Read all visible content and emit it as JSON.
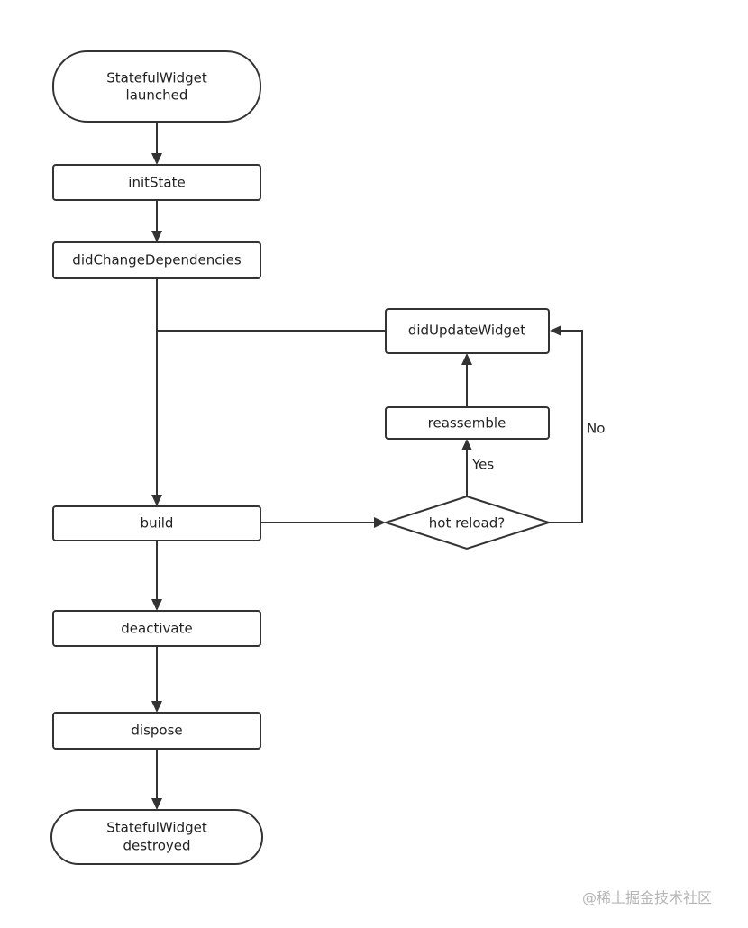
{
  "diagram": {
    "nodes": {
      "launched": {
        "line1": "StatefulWidget",
        "line2": "launched"
      },
      "init_state": {
        "label": "initState"
      },
      "did_change_dependencies": {
        "label": "didChangeDependencies"
      },
      "did_update_widget": {
        "label": "didUpdateWidget"
      },
      "reassemble": {
        "label": "reassemble"
      },
      "build": {
        "label": "build"
      },
      "hot_reload": {
        "label": "hot reload?"
      },
      "deactivate": {
        "label": "deactivate"
      },
      "dispose": {
        "label": "dispose"
      },
      "destroyed": {
        "line1": "StatefulWidget",
        "line2": "destroyed"
      }
    },
    "edge_labels": {
      "yes": "Yes",
      "no": "No"
    }
  },
  "watermark": "@稀土掘金技术社区",
  "colors": {
    "stroke": "#333333",
    "fill": "#ffffff",
    "text": "#222222",
    "watermark": "#b5b5b5"
  }
}
